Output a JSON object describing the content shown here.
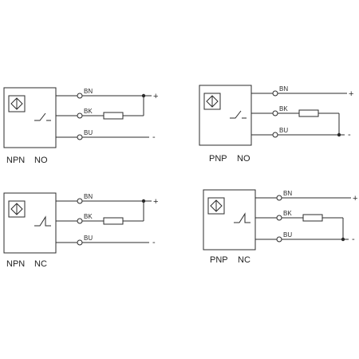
{
  "diagrams": [
    {
      "type": "NPN",
      "contact": "NO",
      "wires": [
        "BN",
        "BK",
        "BU"
      ],
      "plus": "+",
      "minus": "-",
      "load_to": "plus"
    },
    {
      "type": "PNP",
      "contact": "NO",
      "wires": [
        "BN",
        "BK",
        "BU"
      ],
      "plus": "+",
      "minus": "-",
      "load_to": "minus"
    },
    {
      "type": "NPN",
      "contact": "NC",
      "wires": [
        "BN",
        "BK",
        "BU"
      ],
      "plus": "+",
      "minus": "-",
      "load_to": "plus"
    },
    {
      "type": "PNP",
      "contact": "NC",
      "wires": [
        "BN",
        "BK",
        "BU"
      ],
      "plus": "+",
      "minus": "-",
      "load_to": "minus"
    }
  ],
  "colors": {
    "line": "#2b2b2b",
    "background": "#ffffff"
  }
}
